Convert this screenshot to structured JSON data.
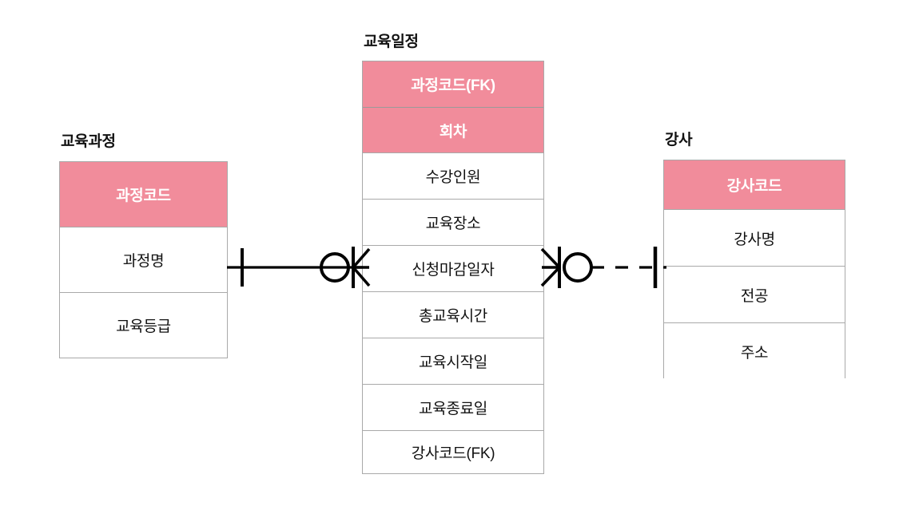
{
  "diagram": {
    "type": "erd",
    "notation": "crows-foot",
    "colors": {
      "pk_fill": "#f18c9b",
      "pk_text": "#ffffff",
      "border": "#a9a9a9",
      "text": "#111111",
      "background": "#ffffff",
      "line": "#000000"
    },
    "entities": [
      {
        "id": "course",
        "title": "교육과정",
        "attributes": [
          {
            "label": "과정코드",
            "key": true
          },
          {
            "label": "과정명",
            "key": false
          },
          {
            "label": "교육등급",
            "key": false
          }
        ]
      },
      {
        "id": "schedule",
        "title": "교육일정",
        "attributes": [
          {
            "label": "과정코드(FK)",
            "key": true
          },
          {
            "label": "회차",
            "key": true
          },
          {
            "label": "수강인원",
            "key": false
          },
          {
            "label": "교육장소",
            "key": false
          },
          {
            "label": "신청마감일자",
            "key": false
          },
          {
            "label": "총교육시간",
            "key": false
          },
          {
            "label": "교육시작일",
            "key": false
          },
          {
            "label": "교육종료일",
            "key": false
          },
          {
            "label": "강사코드(FK)",
            "key": false
          }
        ]
      },
      {
        "id": "instructor",
        "title": "강사",
        "attributes": [
          {
            "label": "강사코드",
            "key": true
          },
          {
            "label": "강사명",
            "key": false
          },
          {
            "label": "전공",
            "key": false
          },
          {
            "label": "주소",
            "key": false
          }
        ]
      }
    ],
    "relationships": [
      {
        "id": "course-schedule",
        "from": "course",
        "to": "schedule",
        "line_style": "solid",
        "from_cardinality": "one-mandatory",
        "to_cardinality": "zero-or-many"
      },
      {
        "id": "schedule-instructor",
        "from": "schedule",
        "to": "instructor",
        "line_style": "dashed",
        "from_cardinality": "zero-or-many",
        "to_cardinality": "one-mandatory"
      }
    ]
  }
}
